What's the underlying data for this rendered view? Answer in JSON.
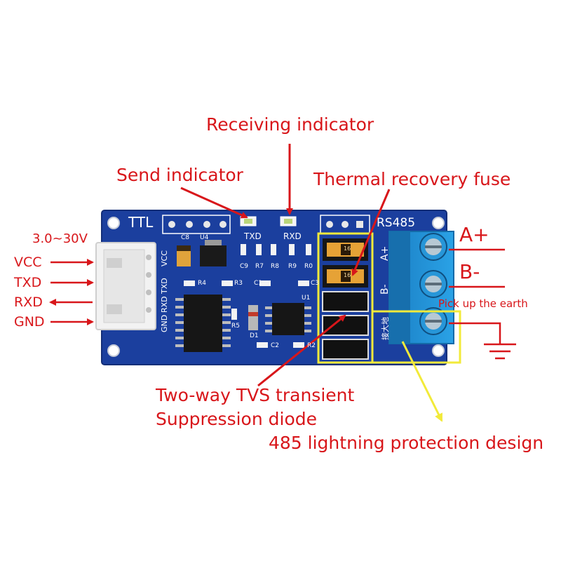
{
  "board": {
    "ttl_label": "TTL",
    "rs485_label": "RS485",
    "txd_led_label": "TXD",
    "rxd_led_label": "RXD",
    "connector_pins": [
      "GND",
      "RXD",
      "TXD",
      "VCC"
    ],
    "terminal_labels": [
      "A+",
      "B-",
      "接大地"
    ],
    "silkscreen": [
      "C8",
      "U4",
      "C9",
      "R7",
      "R8",
      "R9",
      "R0",
      "R4",
      "R3",
      "C1",
      "C3",
      "U1",
      "R5",
      "D1",
      "C2",
      "R2"
    ],
    "fuse_marking": "16"
  },
  "pin_labels": {
    "voltage": "3.0~30V",
    "vcc": "VCC",
    "txd": "TXD",
    "rxd": "RXD",
    "gnd": "GND"
  },
  "callouts": {
    "receiving_indicator": "Receiving indicator",
    "send_indicator": "Send indicator",
    "thermal_fuse": "Thermal recovery fuse",
    "a_plus": "A+",
    "b_minus": "B-",
    "earth": "Pick up the earth",
    "tvs_line1": "Two-way TVS transient",
    "tvs_line2": "Suppression diode",
    "lightning": "485 lightning protection design"
  },
  "colors": {
    "annotation_red": "#d8161a",
    "highlight_yellow": "#f2ea3a",
    "pcb_blue": "#1b3f9e",
    "terminal_blue": "#1f8fd6"
  }
}
